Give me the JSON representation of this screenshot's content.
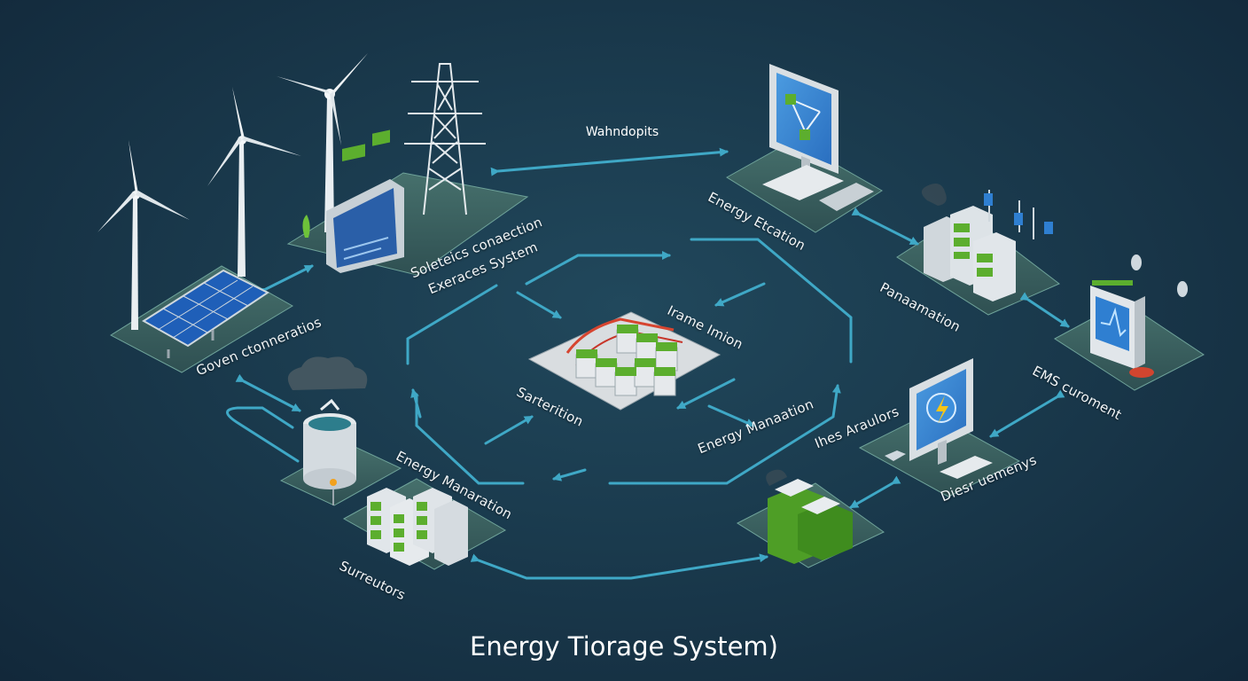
{
  "title": "Energy Tiorage System)",
  "labels": {
    "top_arrow": "Wahndopits",
    "grid_interface_line1": "Soleteics conaection",
    "grid_interface_line2": "Exeraces System",
    "energy_elevation": "Energy Etcation",
    "panamation": "Panaamation",
    "ems_current": "EMS curoment",
    "generation": "Goven ctonneratios",
    "frame": "Irame Imion",
    "substation": "Sarterition",
    "energy_management_center": "Energy Manaation",
    "energy_management_left": "Energy Manaration",
    "surroutors": "Surreutors",
    "inverters": "Ihes Araulors",
    "discharge": "Diesr uemenys"
  },
  "colors": {
    "background": "#1a3a4d",
    "arrow": "#3fa8c6",
    "platform": "#3b5f5f",
    "battery_green": "#5cae2e",
    "screen_blue": "#2f7fd1"
  },
  "icons": [
    "wind-turbine-icon",
    "solar-panel-icon",
    "transmission-tower-icon",
    "control-cabinet-icon",
    "computer-monitor-icon",
    "server-rack-icon",
    "ems-panel-icon",
    "fuel-cell-icon",
    "battery-rack-icon",
    "battery-module-icon",
    "lightning-bolt-icon",
    "green-container-icon"
  ]
}
